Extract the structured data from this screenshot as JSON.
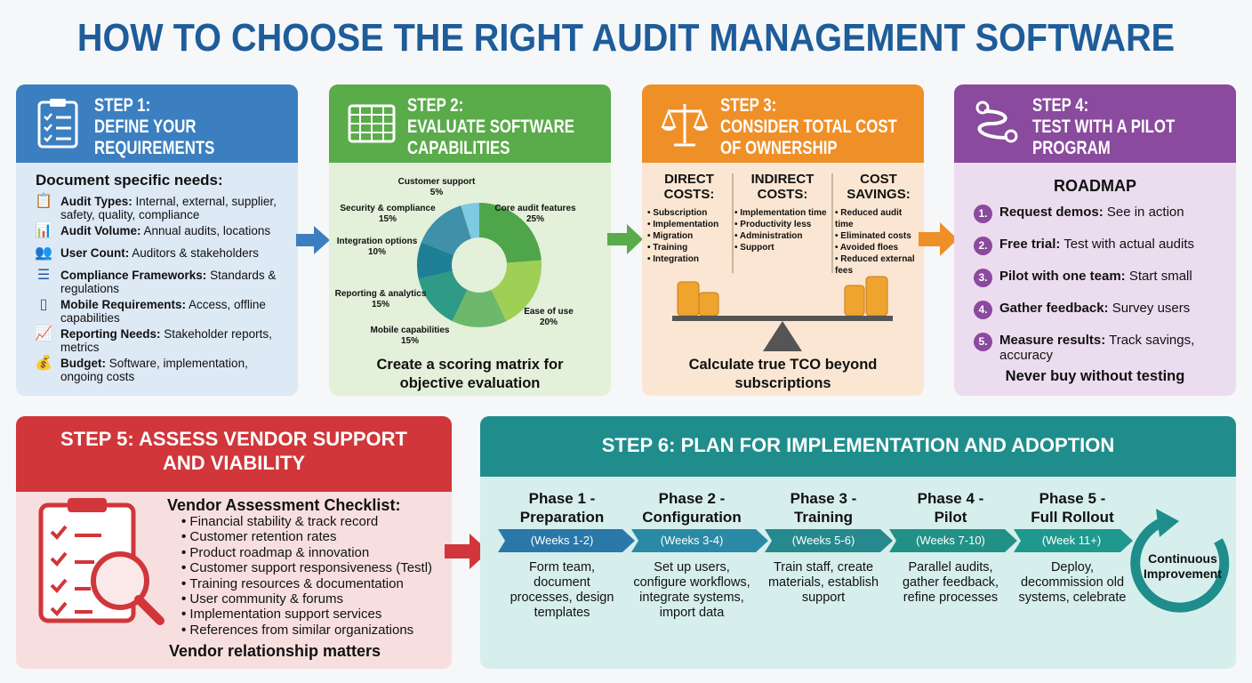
{
  "title": "HOW TO CHOOSE THE RIGHT AUDIT MANAGEMENT SOFTWARE",
  "step1": {
    "title_line1": "STEP 1:",
    "title_line2": "DEFINE YOUR",
    "title_line3": "REQUIREMENTS",
    "subtitle": "Document specific needs:",
    "items": [
      {
        "icon": "clipboard-check-icon",
        "label": "Audit Types:",
        "text": " Internal, external, supplier, safety, quality, compliance"
      },
      {
        "icon": "bar-chart-icon",
        "label": "Audit Volume:",
        "text": " Annual audits, locations"
      },
      {
        "icon": "users-icon",
        "label": "User Count:",
        "text": " Auditors & stakeholders"
      },
      {
        "icon": "document-list-icon",
        "label": "Compliance Frameworks:",
        "text": " Standards & regulations"
      },
      {
        "icon": "mobile-phone-icon",
        "label": "Mobile Requirements:",
        "text": " Access, offline capabilities"
      },
      {
        "icon": "report-chart-icon",
        "label": "Reporting Needs:",
        "text": " Stakeholder reports, metrics"
      },
      {
        "icon": "money-bag-icon",
        "label": "Budget:",
        "text": " Software, implementation, ongoing costs"
      }
    ]
  },
  "step2": {
    "title_line1": "STEP 2:",
    "title_line2": "EVALUATE SOFTWARE",
    "title_line3": "CAPABILITIES",
    "caption_line1": "Create a scoring matrix for",
    "caption_line2": "objective evaluation"
  },
  "chart_data": {
    "type": "pie",
    "donut": true,
    "categories": [
      "Core audit features",
      "Ease of use",
      "Mobile capabilities",
      "Reporting & analytics",
      "Integration options",
      "Security & compliance",
      "Customer support"
    ],
    "values": [
      25,
      20,
      15,
      15,
      10,
      15,
      5
    ],
    "labels": [
      "25%",
      "20%",
      "15%",
      "15%",
      "10%",
      "15%",
      "5%"
    ],
    "colors": [
      "#4fa64a",
      "#9fcf55",
      "#6db86a",
      "#2f9a86",
      "#1f7f96",
      "#3f90a8",
      "#7ccbe0"
    ]
  },
  "step3": {
    "title_line1": "STEP 3:",
    "title_line2": "CONSIDER TOTAL COST",
    "title_line3": "OF OWNERSHIP",
    "columns": [
      {
        "h1": "DIRECT",
        "h2": "COSTS:",
        "items": [
          "Subscription",
          "Implementation",
          "Migration",
          "Training",
          "Integration"
        ]
      },
      {
        "h1": "INDIRECT",
        "h2": "COSTS:",
        "items": [
          "Implementation time",
          "Productivity less",
          "Administration",
          "Support"
        ]
      },
      {
        "h1": "COST",
        "h2": "SAVINGS:",
        "items": [
          "Reduced audit time",
          "Eliminated costs",
          "Avoided floes",
          "Reduced external fees"
        ]
      }
    ],
    "caption_line1": "Calculate true TCO beyond",
    "caption_line2": "subscriptions"
  },
  "step4": {
    "title_line1": "STEP 4:",
    "title_line2": "TEST WITH A PILOT",
    "title_line3": "PROGRAM",
    "roadmap_title": "ROADMAP",
    "items": [
      {
        "n": "1.",
        "label": "Request demos:",
        "text": " See in action"
      },
      {
        "n": "2.",
        "label": "Free trial:",
        "text": " Test with actual audits"
      },
      {
        "n": "3.",
        "label": "Pilot with one team:",
        "text": " Start small"
      },
      {
        "n": "4.",
        "label": "Gather feedback:",
        "text": " Survey users"
      },
      {
        "n": "5.",
        "label": "Measure results:",
        "text": " Track savings, accuracy"
      }
    ],
    "caption": "Never buy without testing"
  },
  "step5": {
    "title_line1": "STEP 5: ASSESS VENDOR SUPPORT",
    "title_line2": "AND VIABILITY",
    "subtitle": "Vendor Assessment Checklist:",
    "items": [
      "Financial stability & track record",
      "Customer retention rates",
      "Product roadmap & innovation",
      "Customer support responsiveness (Testl)",
      "Training resources & documentation",
      "User community & forums",
      "Implementation support services",
      "References from similar organizations"
    ],
    "caption": "Vendor relationship matters"
  },
  "step6": {
    "title": "STEP 6: PLAN FOR IMPLEMENTATION AND ADOPTION",
    "phases": [
      {
        "t1": "Phase 1 -",
        "t2": "Preparation",
        "weeks": "(Weeks 1-2)",
        "desc": "Form team, document processes, design templates"
      },
      {
        "t1": "Phase 2 -",
        "t2": "Configuration",
        "weeks": "(Weeks 3-4)",
        "desc": "Set up users, configure workflows, integrate systems, import data"
      },
      {
        "t1": "Phase 3 -",
        "t2": "Training",
        "weeks": "(Weeks 5-6)",
        "desc": "Train staff, create materials, establish support"
      },
      {
        "t1": "Phase 4 -",
        "t2": "Pilot",
        "weeks": "(Weeks 7-10)",
        "desc": "Parallel audits, gather feedback, refine processes"
      },
      {
        "t1": "Phase 5 -",
        "t2": "Full Rollout",
        "weeks": "(Week 11+)",
        "desc": "Deploy, decommission old systems, celebrate"
      }
    ],
    "cycle_line1": "Continuous",
    "cycle_line2": "Improvement"
  }
}
